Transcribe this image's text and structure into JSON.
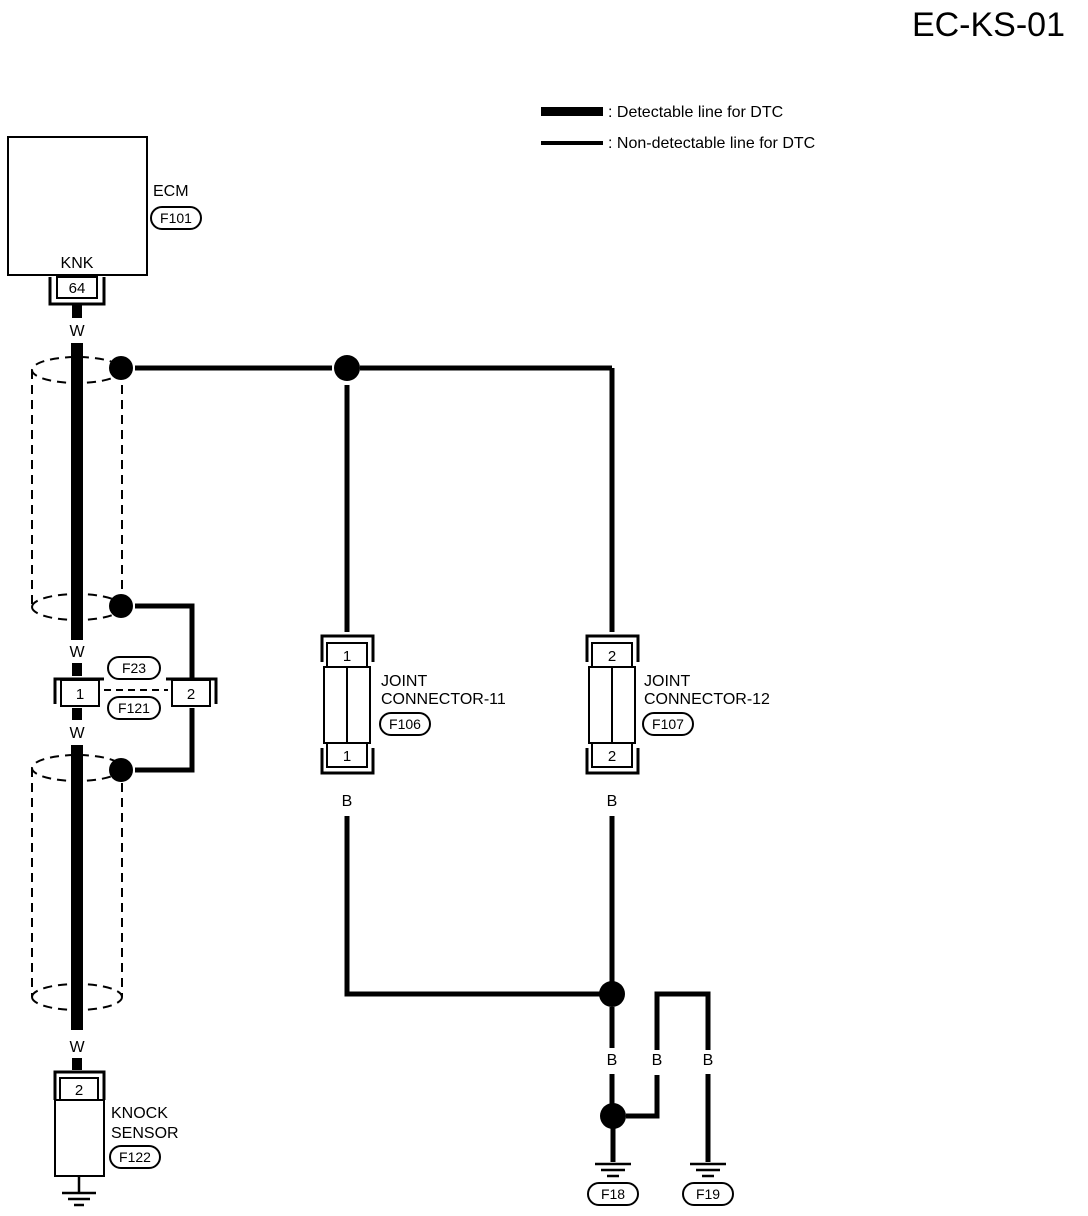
{
  "page_code": "EC-KS-01",
  "legend": {
    "detectable": ": Detectable line for DTC",
    "non_detectable": ": Non-detectable line for DTC"
  },
  "ecm": {
    "label": "ECM",
    "connector": "F101",
    "terminal_name": "KNK",
    "terminal_pin": "64"
  },
  "wire_colors": {
    "ecm_out": "W",
    "upper_shield_out": "W",
    "between_connectors": "W",
    "to_sensor": "W",
    "jc11_out": "B",
    "jc12_out": "B",
    "ground_f18": "B",
    "ground_mid": "B",
    "ground_f19": "B"
  },
  "inline_connector": {
    "upper_code": "F23",
    "lower_code": "F121",
    "pin_left": "1",
    "pin_right": "2"
  },
  "joint_connector_11": {
    "line1": "JOINT",
    "line2": "CONNECTOR-11",
    "connector": "F106",
    "pin_top": "1",
    "pin_bottom": "1"
  },
  "joint_connector_12": {
    "line1": "JOINT",
    "line2": "CONNECTOR-12",
    "connector": "F107",
    "pin_top": "2",
    "pin_bottom": "2"
  },
  "knock_sensor": {
    "line1": "KNOCK",
    "line2": "SENSOR",
    "connector": "F122",
    "pin": "2"
  },
  "grounds": {
    "left": "F18",
    "right": "F19"
  }
}
